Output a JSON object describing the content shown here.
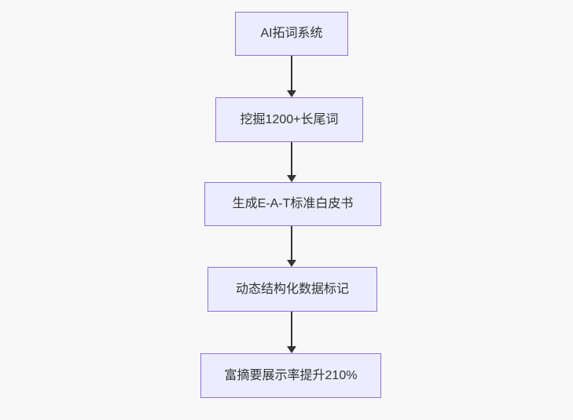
{
  "diagram": {
    "type": "flowchart",
    "direction": "top-down",
    "colors": {
      "background": "#f8f8f8",
      "node_fill": "#ECECFF",
      "node_border": "#9370DB",
      "node_text": "#333333",
      "arrow": "#333333"
    },
    "nodes": [
      {
        "id": "n1",
        "label": "AI拓词系统"
      },
      {
        "id": "n2",
        "label": "挖掘1200+长尾词"
      },
      {
        "id": "n3",
        "label": "生成E-A-T标准白皮书"
      },
      {
        "id": "n4",
        "label": "动态结构化数据标记"
      },
      {
        "id": "n5",
        "label": "富摘要展示率提升210%"
      }
    ],
    "edges": [
      {
        "from": "n1",
        "to": "n2"
      },
      {
        "from": "n2",
        "to": "n3"
      },
      {
        "from": "n3",
        "to": "n4"
      },
      {
        "from": "n4",
        "to": "n5"
      }
    ]
  }
}
